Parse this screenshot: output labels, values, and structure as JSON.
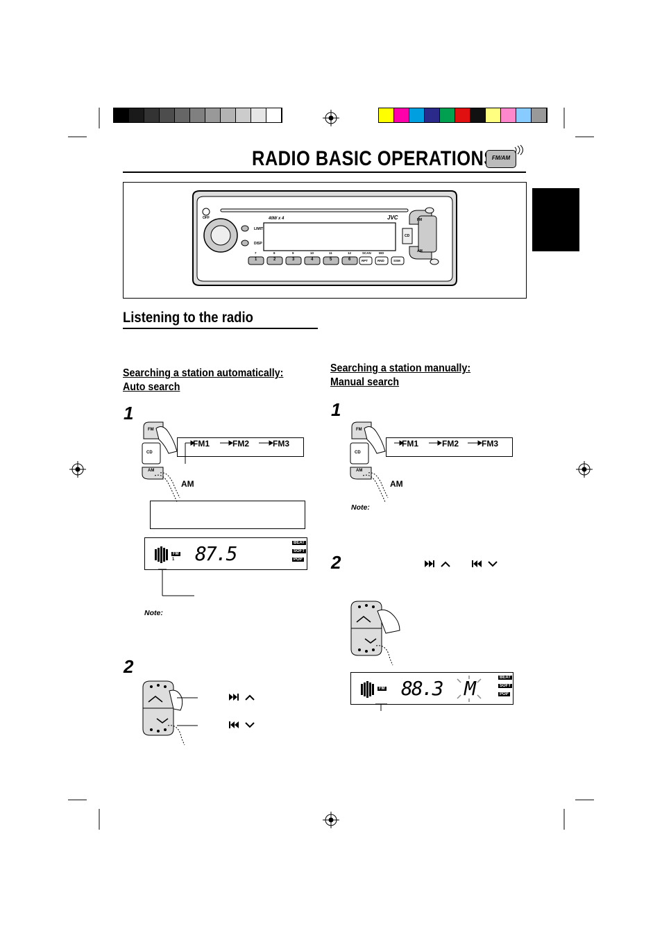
{
  "page": {
    "title": "RADIO BASIC OPERATIONS",
    "section_title": "Listening to the radio"
  },
  "badge": {
    "text": "FM/AM"
  },
  "calibration": {
    "grays": [
      "#000000",
      "#1a1a1a",
      "#333333",
      "#4d4d4d",
      "#666666",
      "#808080",
      "#999999",
      "#b3b3b3",
      "#cccccc",
      "#e6e6e6",
      "#ffffff"
    ],
    "colors": [
      "#ffff00",
      "#ff00aa",
      "#00a0e0",
      "#2a2a8a",
      "#00a050",
      "#e01010",
      "#111111",
      "#ffff80",
      "#ff88cc",
      "#88ccff",
      "#999999"
    ]
  },
  "radio_panel": {
    "power_label": "OFF",
    "lcd_label": "LIMIT",
    "dsp_label": "DISP",
    "brand": "JVC",
    "output": "40W x 4",
    "fm_btn": "FM",
    "am_btn": "AM",
    "cd_btn": "CD",
    "presets": [
      "1",
      "2",
      "3",
      "4",
      "5",
      "6"
    ],
    "top_labels": [
      "7",
      "8",
      "9",
      "10",
      "11",
      "12",
      "SCAN",
      "MO"
    ],
    "right_btns": [
      "RPT",
      "RND",
      "SSM"
    ]
  },
  "auto": {
    "subheading_line1": "Searching a station automatically:",
    "subheading_line2": "Auto search",
    "step1": "1",
    "step2": "2",
    "band_seq": [
      "FM1",
      "FM2",
      "FM3"
    ],
    "am": "AM",
    "freq": "87.5",
    "note": "Note:",
    "fm_btn": "FM",
    "cd_btn": "CD",
    "am_btn": "AM",
    "lcd_band": "FM",
    "lcd_band_num": "1",
    "eq_labels": [
      "BEAT",
      "SOFT",
      "POP"
    ]
  },
  "manual": {
    "subheading_line1": "Searching a station manually:",
    "subheading_line2": "Manual search",
    "step1": "1",
    "step2": "2",
    "band_seq": [
      "FM1",
      "FM2",
      "FM3"
    ],
    "am": "AM",
    "freq": "88.3",
    "mode_letter": "M",
    "note": "Note:",
    "fm_btn": "FM",
    "cd_btn": "CD",
    "am_btn": "AM",
    "lcd_band": "FM",
    "eq_labels": [
      "BEAT",
      "SOFT",
      "POP"
    ]
  }
}
